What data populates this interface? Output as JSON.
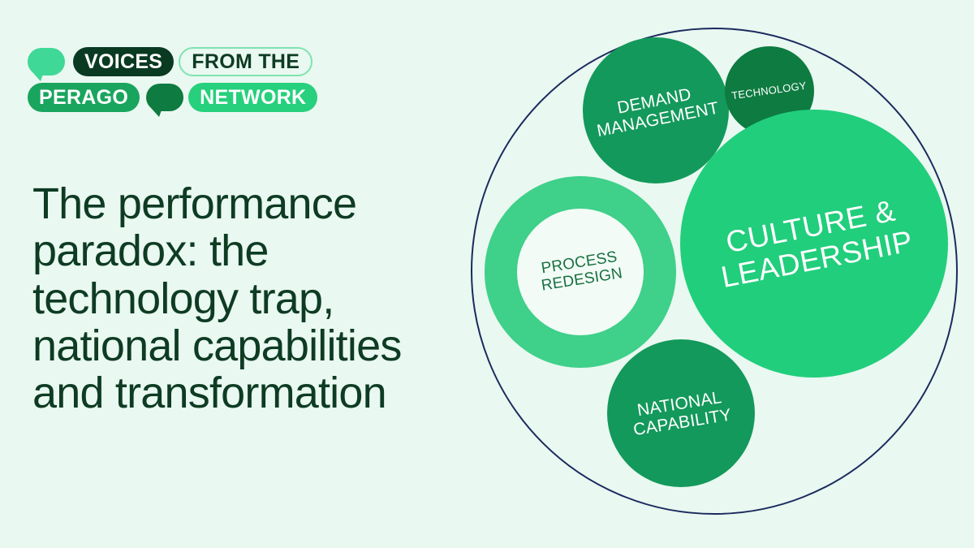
{
  "background_color": "#E9F8F0",
  "logo": {
    "name": "voices-from-the-perago-network",
    "row1": {
      "bubble_left": "speech-bubble-light",
      "voices_label": "VOICES",
      "from_the_label": "FROM THE"
    },
    "row2": {
      "perago_label": "PERAGO",
      "bubble_mid": "speech-bubble-dark",
      "network_label": "NETWORK"
    },
    "colors": {
      "voices_pill": "#0A3A22",
      "from_the_outline": "#7FE3B0",
      "perago_pill": "#19A55E",
      "network_pill": "#26D07C",
      "bubble_light": "#3FD897",
      "bubble_dark": "#0E7B41"
    }
  },
  "headline": {
    "text": "The performance paradox: the technology trap, national capabilities and transformation",
    "color": "#0E3B23"
  },
  "diagram": {
    "outer_ring": {
      "name": "outer-boundary-circle",
      "stroke_color": "#1B2A5E"
    },
    "nodes": [
      {
        "id": "demand-management",
        "label": "DEMAND\nMANAGEMENT",
        "fill": "#13995B",
        "text_color": "#FFFFFF",
        "size": 180,
        "rotation_deg": -11
      },
      {
        "id": "technology",
        "label": "TECHNOLOGY",
        "fill": "#0E7B41",
        "text_color": "#FFFFFF",
        "size": 110,
        "rotation_deg": -8
      },
      {
        "id": "process-redesign",
        "label": "PROCESS\nREDESIGN",
        "fill": "#3FD08A",
        "hole_fill": "#F2FBF6",
        "text_color": "#17703F",
        "size": 236,
        "rotation_deg": -9
      },
      {
        "id": "culture-leadership",
        "label": "CULTURE &\nLEADERSHIP",
        "fill": "#21CE7C",
        "text_color": "#FFFFFF",
        "size": 330,
        "rotation_deg": -11
      },
      {
        "id": "national-capability",
        "label": "NATIONAL\nCAPABILITY",
        "fill": "#13995B",
        "text_color": "#FFFFFF",
        "size": 182,
        "rotation_deg": -9
      }
    ]
  }
}
